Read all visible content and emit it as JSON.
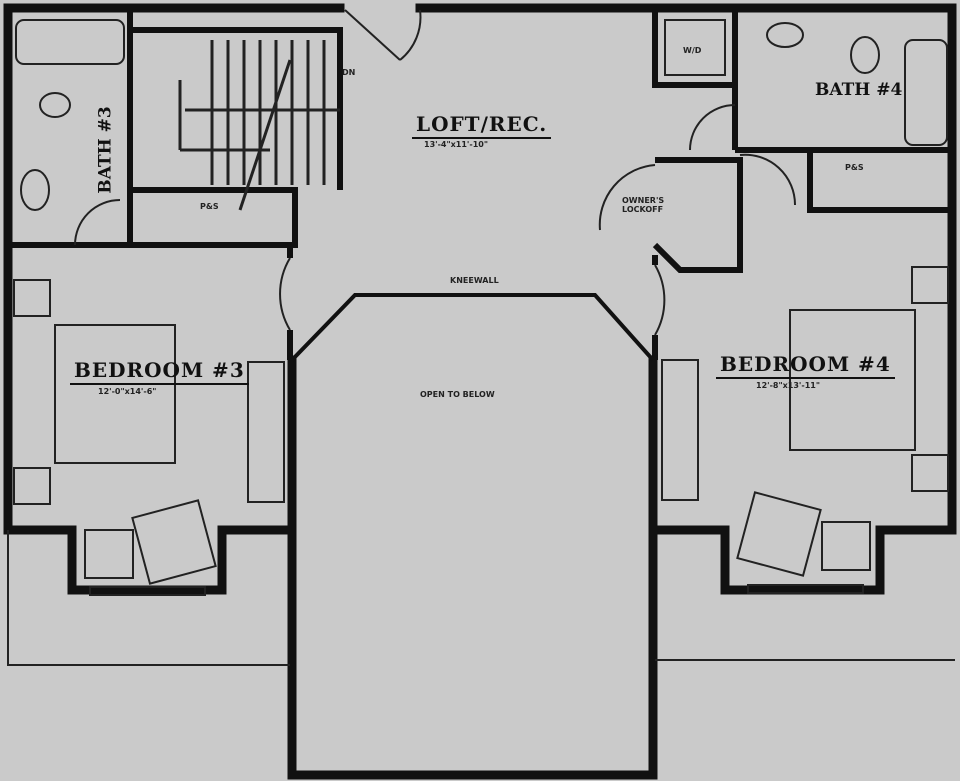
{
  "plan": {
    "loft": {
      "name": "LOFT/REC.",
      "dimensions": "13'-4\"x11'-10\""
    },
    "bedroom3": {
      "name": "BEDROOM #3",
      "dimensions": "12'-0\"x14'-6\""
    },
    "bedroom4": {
      "name": "BEDROOM #4",
      "dimensions": "12'-8\"x13'-11\""
    },
    "bath3": {
      "name": "BATH #3"
    },
    "bath4": {
      "name": "BATH #4"
    },
    "washer_dryer": "W/D",
    "owners_lockoff": "OWNER'S LOCKOFF",
    "ps_left": "P&S",
    "ps_right": "P&S",
    "kneewall": "KNEEWALL",
    "open_to_below": "OPEN TO BELOW",
    "stairs_down": "DN"
  },
  "colors": {
    "paper": "#cacaca",
    "wall": "#111111"
  }
}
